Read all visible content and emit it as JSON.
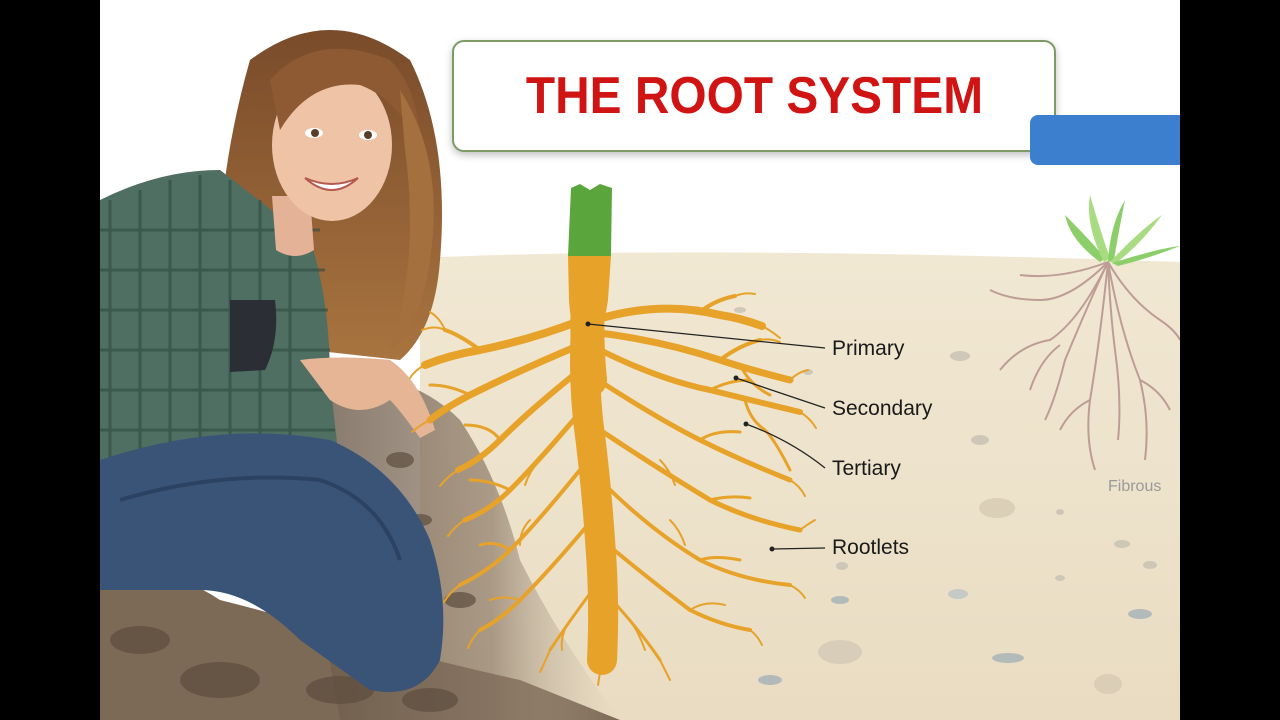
{
  "title": "THE ROOT SYSTEM",
  "labels": {
    "primary": "Primary",
    "secondary": "Secondary",
    "tertiary": "Tertiary",
    "rootlets": "Rootlets"
  },
  "fibrous_label": "Fibrous",
  "colors": {
    "title_red": "#d01414",
    "root_orange": "#e7a22a",
    "stem_green": "#5aa63c",
    "soil_beige": "#eee3cc",
    "accent_blue": "#3d7fcf",
    "fibrous_root": "#b8958f"
  }
}
